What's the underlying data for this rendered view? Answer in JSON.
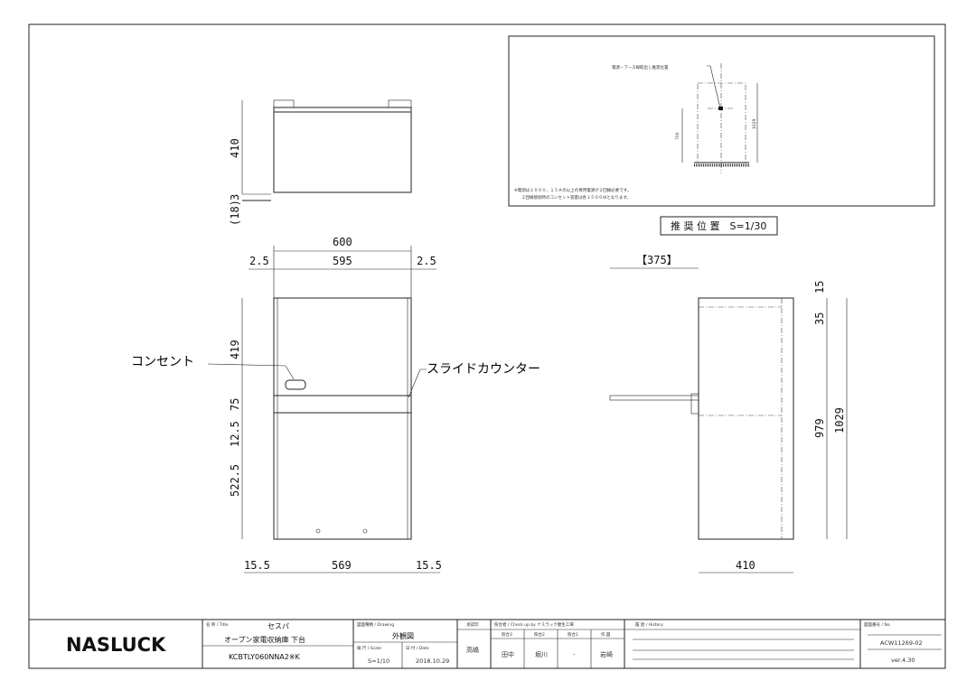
{
  "inset": {
    "leader_label": "電源・アース線取出し推奨位置",
    "dim_700": "700",
    "dim_1029": "1029",
    "note_1": "※電源は１００Ｖ、１５Ａの以上の専用電源が２回線必要です。",
    "note_2": "２回線接続時のコンセント容量は各１５００Ｗとなります。",
    "caption": "推 奨 位 置　S=1/30"
  },
  "top_view": {
    "dim_410": "410",
    "dim_3": "3",
    "dim_18": "(18)"
  },
  "front_view": {
    "width": "600",
    "side_left": "2.5",
    "inner": "595",
    "side_right": "2.5",
    "h1": "419",
    "h2": "75",
    "h3": "12.5",
    "h4": "522.5",
    "bottom_left": "15.5",
    "bottom_inner": "569",
    "bottom_right": "15.5",
    "outlet_label": "コンセント",
    "counter_label": "スライドカウンター"
  },
  "side_view": {
    "depth_ext": "【375】",
    "d15": "15",
    "d35": "35",
    "d979": "979",
    "d1029": "1029",
    "depth": "410"
  },
  "title_block": {
    "logo": "NASLUCK",
    "title_label": "名 称 / Title",
    "title_1": "セスパ",
    "title_2": "オープン家電収納庫 下台",
    "model": "KCBTLY060NNA2※K",
    "drawing_label": "図面種類 / Drawing",
    "drawing": "外観図",
    "scale_label": "縮 尺 / Scale",
    "scale": "S=1/10",
    "date_label": "日 付 / Date",
    "date": "2018.10.29",
    "approver_label": "承認印",
    "approver": "高嶋",
    "check_label": "照合者 / Check up by ナスラック健生工場",
    "c3_label": "照合3",
    "c2_label": "照合2",
    "c1_label": "照合1",
    "author_label": "作 図",
    "c3": "田中",
    "c2": "堀川",
    "c1": "-",
    "author": "岩崎",
    "history_label": "履 歴 / History",
    "no_label": "図面番号 / No.",
    "number": "ACW11269-02",
    "version": "ver.4.30"
  }
}
